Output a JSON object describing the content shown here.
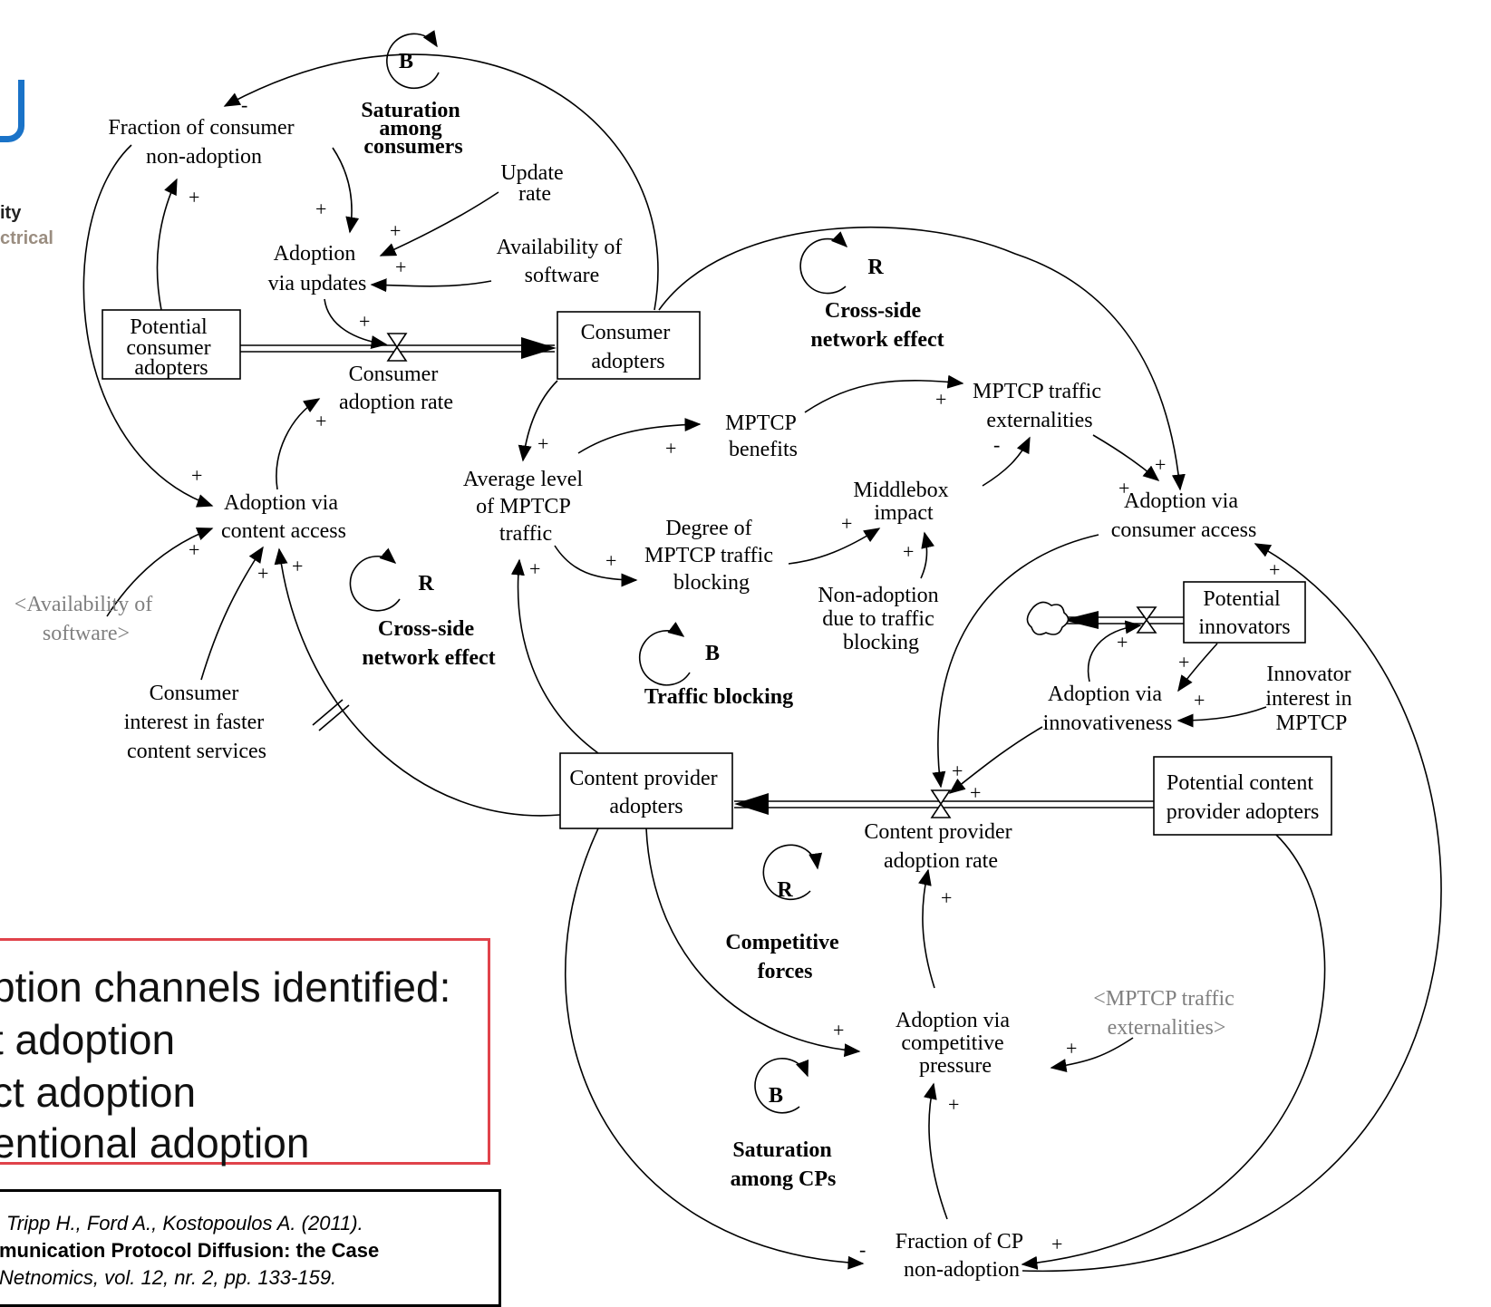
{
  "logo": {
    "line1": "ity",
    "line2": "ctrical",
    "color": "#1a73c8"
  },
  "stocks": {
    "potential_consumer": [
      "Potential",
      "consumer",
      "adopters"
    ],
    "consumer_adopters": [
      "Consumer",
      "adopters"
    ],
    "content_provider_adopters": [
      "Content provider",
      "adopters"
    ],
    "potential_cp": [
      "Potential content",
      "provider adopters"
    ],
    "potential_innovators": [
      "Potential",
      "innovators"
    ]
  },
  "variables": {
    "fraction_consumer_nonadoption": [
      "Fraction of consumer",
      "non-adoption"
    ],
    "update_rate": [
      "Update",
      "rate"
    ],
    "availability_software": [
      "Availability of",
      "software"
    ],
    "adoption_via_updates": [
      "Adoption",
      "via updates"
    ],
    "consumer_adoption_rate": [
      "Consumer",
      "adoption rate"
    ],
    "adoption_content_access": [
      "Adoption via",
      "content access"
    ],
    "availability_software_shadow": [
      "<Availability of",
      "software>"
    ],
    "consumer_interest": [
      "Consumer",
      "interest in faster",
      "content services"
    ],
    "avg_mptcp_traffic": [
      "Average level",
      "of MPTCP",
      "traffic"
    ],
    "mptcp_benefits": [
      "MPTCP",
      "benefits"
    ],
    "mptcp_externalities": [
      "MPTCP traffic",
      "externalities"
    ],
    "middlebox_impact": [
      "Middlebox",
      "impact"
    ],
    "degree_blocking": [
      "Degree of",
      "MPTCP traffic",
      "blocking"
    ],
    "nonadoption_blocking": [
      "Non-adoption",
      "due to traffic",
      "blocking"
    ],
    "adoption_consumer_access": [
      "Adoption via",
      "consumer access"
    ],
    "adoption_innovativeness": [
      "Adoption via",
      "innovativeness"
    ],
    "innovator_interest": [
      "Innovator",
      "interest in",
      "MPTCP"
    ],
    "cp_adoption_rate": [
      "Content provider",
      "adoption rate"
    ],
    "adoption_competitive": [
      "Adoption via",
      "competitive",
      "pressure"
    ],
    "mptcp_externalities_shadow": [
      "<MPTCP traffic",
      "externalities>"
    ],
    "fraction_cp_nonadoption": [
      "Fraction of CP",
      "non-adoption"
    ]
  },
  "loops": {
    "saturation_consumers": {
      "letter": "B",
      "name": [
        "Saturation",
        "among",
        "consumers"
      ]
    },
    "cross_side_top": {
      "letter": "R",
      "name": [
        "Cross-side",
        "network effect"
      ]
    },
    "cross_side_left": {
      "letter": "R",
      "name": [
        "Cross-side",
        "network effect"
      ]
    },
    "traffic_blocking": {
      "letter": "B",
      "name": [
        "Traffic blocking"
      ]
    },
    "competitive_forces": {
      "letter": "R",
      "name": [
        "Competitive",
        "forces"
      ]
    },
    "saturation_cps": {
      "letter": "B",
      "name": [
        "Saturation",
        "among CPs"
      ]
    }
  },
  "polarity": {
    "plus": "+",
    "minus": "-"
  },
  "callout": {
    "border_color": "#e0434b",
    "lines": [
      "ption channels identified:",
      "t adoption",
      "ct adoption",
      "entional adoption"
    ]
  },
  "reference": {
    "line1": "Tripp H., Ford A., Kostopoulos A. (2011).",
    "line2": "munication Protocol Diffusion: the Case",
    "line3": "Netnomics, vol. 12, nr. 2, pp. 133-159."
  }
}
